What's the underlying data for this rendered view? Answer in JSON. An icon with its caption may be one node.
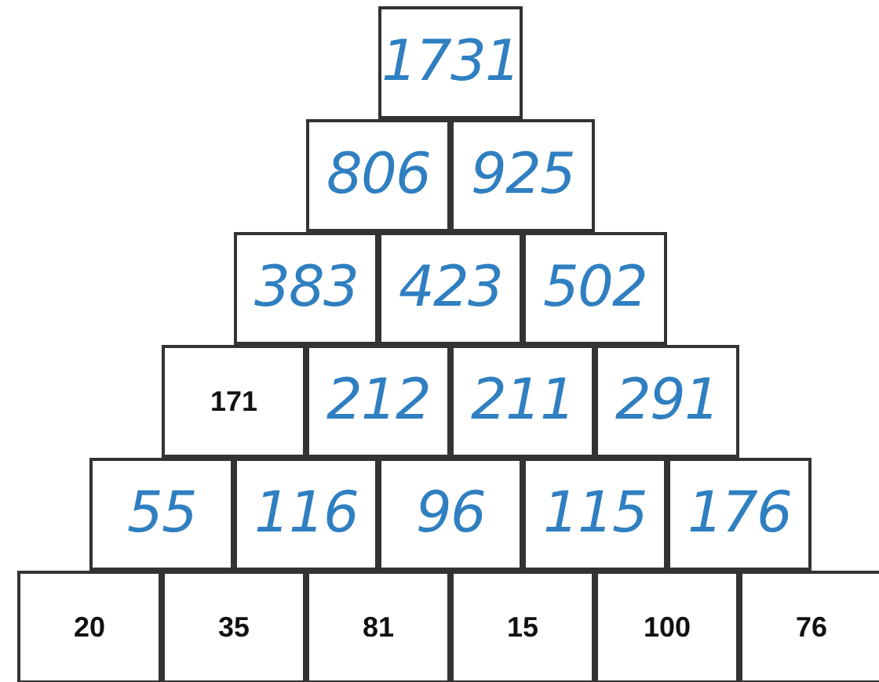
{
  "diagram": {
    "nodes": [
      {
        "text": [
          "1731"
        ]
      },
      {
        "text": [
          "806"
        ]
      },
      {
        "text": [
          "925"
        ]
      },
      {
        "text": [
          "383"
        ]
      },
      {
        "text": [
          "423"
        ]
      },
      {
        "text": [
          "502"
        ]
      },
      {
        "text": [
          "171"
        ]
      },
      {
        "text": [
          "212"
        ]
      },
      {
        "text": [
          "211"
        ]
      },
      {
        "text": [
          "291"
        ]
      },
      {
        "text": [
          "55"
        ]
      },
      {
        "text": [
          "116"
        ]
      },
      {
        "text": [
          "96"
        ]
      },
      {
        "text": [
          "115"
        ]
      },
      {
        "text": [
          "176"
        ]
      },
      {
        "text": [
          "20"
        ]
      },
      {
        "text": [
          "35"
        ]
      },
      {
        "text": [
          "81"
        ]
      },
      {
        "text": [
          "15"
        ]
      },
      {
        "text": [
          "100"
        ]
      },
      {
        "text": [
          "76"
        ]
      }
    ]
  }
}
